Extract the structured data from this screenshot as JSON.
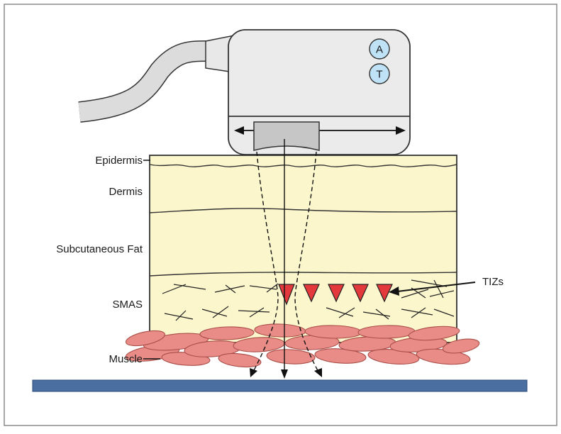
{
  "labels": {
    "epidermis": "Epidermis",
    "dermis": "Dermis",
    "subcutaneous_fat": "Subcutaneous Fat",
    "smas": "SMAS",
    "muscle": "Muscle",
    "tizs": "TIZs"
  },
  "transducer": {
    "button_a": "A",
    "button_t": "T"
  },
  "colors": {
    "skin_fill": "#fbf6cc",
    "transducer_body": "#ebebeb",
    "button_fill": "#bfe2f6",
    "tiz_red": "#e3383c",
    "muscle_fill": "#e98b86",
    "base_bar": "#4a6fa0",
    "frame_border": "#8c8c8c"
  },
  "icons": {
    "button_a": "circle-letter-icon",
    "button_t": "circle-letter-icon",
    "tiz_marker": "red-triangle-icon"
  }
}
